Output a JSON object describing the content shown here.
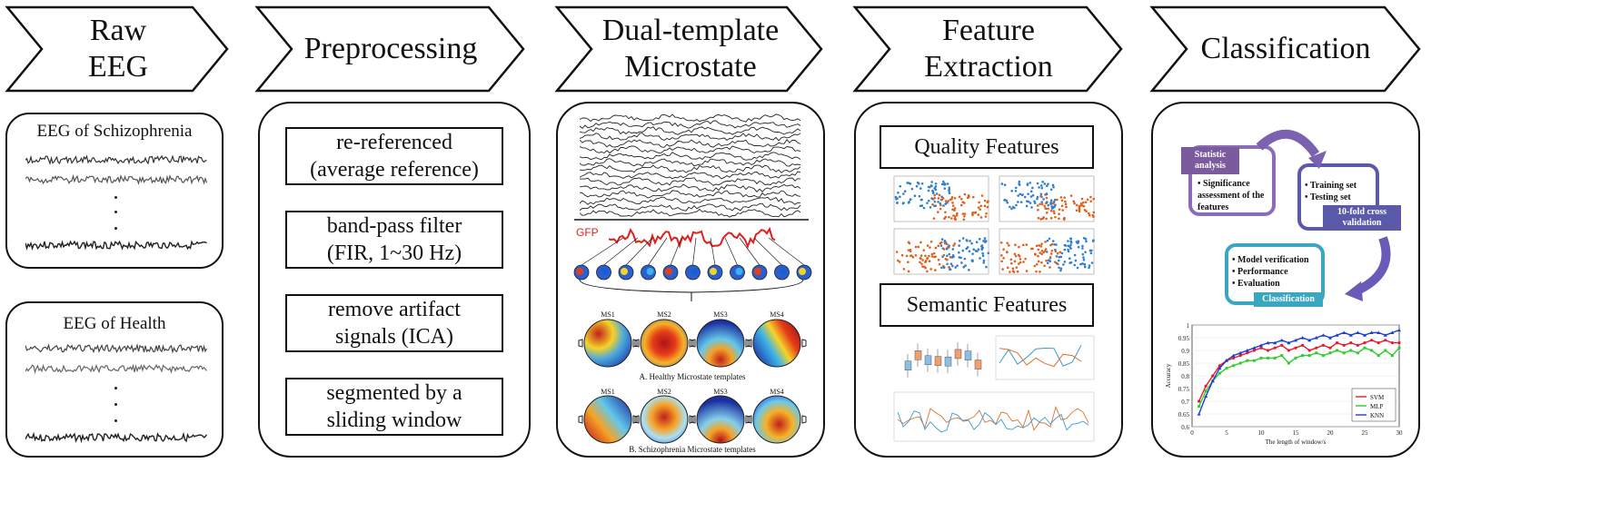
{
  "steps": [
    {
      "id": "raw",
      "line1": "Raw",
      "line2": "EEG"
    },
    {
      "id": "pre",
      "line1": "Preprocessing",
      "line2": ""
    },
    {
      "id": "micro",
      "line1": "Dual-template",
      "line2": "Microstate"
    },
    {
      "id": "feat",
      "line1": "Feature",
      "line2": "Extraction"
    },
    {
      "id": "cls",
      "line1": "Classification",
      "line2": ""
    }
  ],
  "raw_eeg": {
    "schizophrenia_title": "EEG of Schizophrenia",
    "health_title": "EEG of Health"
  },
  "preprocessing": [
    {
      "l1": "re-referenced",
      "l2": "(average reference)"
    },
    {
      "l1": "band-pass filter",
      "l2": "(FIR, 1~30 Hz)"
    },
    {
      "l1": "remove artifact",
      "l2": "signals (ICA)"
    },
    {
      "l1": "segmented by a",
      "l2": "sliding window"
    }
  ],
  "microstate": {
    "gfp_label": "GFP",
    "ms_labels": [
      "MS1",
      "MS2",
      "MS3",
      "MS4"
    ],
    "healthy_caption": "A. Healthy Microstate templates",
    "schizo_caption": "B. Schizophrenia Microstate templates"
  },
  "features": {
    "quality_title": "Quality  Features",
    "semantic_title": "Semantic  Features"
  },
  "classification": {
    "statistic_label": "Statistic analysis",
    "statistic_items": [
      "Significance assessment of the features"
    ],
    "training_items": [
      "Training set",
      "Testing set"
    ],
    "cv_label": "10-fold cross validation",
    "model_items": [
      "Model verification",
      "Performance",
      "Evaluation"
    ],
    "classification_label": "Classification",
    "colors": {
      "stat": "#7b5a9e",
      "train": "#5b5aa8",
      "cls": "#3aa6c0",
      "arrow": "#7a62b0"
    }
  },
  "chart_data": {
    "type": "line",
    "xlabel": "The length of window/s",
    "ylabel": "Accuracy",
    "xlim": [
      0,
      30
    ],
    "ylim": [
      0.6,
      1
    ],
    "x_ticks": [
      0,
      5,
      10,
      15,
      20,
      25,
      30
    ],
    "y_ticks": [
      0.6,
      0.65,
      0.7,
      0.75,
      0.8,
      0.85,
      0.9,
      0.95,
      1
    ],
    "x_tick_labels": [
      "0",
      "5",
      "10",
      "15",
      "20",
      "25",
      "30"
    ],
    "y_tick_labels": [
      "0.6",
      "0.65",
      "0.7",
      "0.75",
      "0.8",
      "0.85",
      "0.9",
      "0.95",
      "1"
    ],
    "x": [
      1,
      2,
      3,
      4,
      5,
      6,
      7,
      8,
      9,
      10,
      11,
      12,
      13,
      14,
      15,
      16,
      17,
      18,
      19,
      20,
      21,
      22,
      23,
      24,
      25,
      26,
      27,
      28,
      29,
      30
    ],
    "series": [
      {
        "name": "SVM",
        "color": "#e8192c",
        "marker": "circle",
        "values": [
          0.7,
          0.76,
          0.8,
          0.84,
          0.86,
          0.87,
          0.88,
          0.89,
          0.9,
          0.91,
          0.9,
          0.91,
          0.92,
          0.9,
          0.91,
          0.92,
          0.9,
          0.91,
          0.92,
          0.91,
          0.93,
          0.92,
          0.93,
          0.92,
          0.93,
          0.94,
          0.93,
          0.94,
          0.93,
          0.93
        ]
      },
      {
        "name": "MLP",
        "color": "#2ecc2e",
        "marker": "square",
        "values": [
          0.68,
          0.74,
          0.78,
          0.81,
          0.83,
          0.84,
          0.85,
          0.86,
          0.86,
          0.87,
          0.87,
          0.87,
          0.88,
          0.85,
          0.87,
          0.88,
          0.88,
          0.89,
          0.88,
          0.89,
          0.9,
          0.89,
          0.9,
          0.89,
          0.91,
          0.9,
          0.88,
          0.9,
          0.88,
          0.91
        ]
      },
      {
        "name": "KNN",
        "color": "#1a3fd0",
        "marker": "triangle",
        "values": [
          0.65,
          0.72,
          0.78,
          0.83,
          0.86,
          0.88,
          0.89,
          0.9,
          0.91,
          0.92,
          0.93,
          0.93,
          0.94,
          0.93,
          0.94,
          0.95,
          0.94,
          0.95,
          0.96,
          0.95,
          0.96,
          0.97,
          0.96,
          0.97,
          0.96,
          0.97,
          0.97,
          0.96,
          0.97,
          0.98
        ]
      }
    ],
    "legend_position": "bottom-right"
  }
}
